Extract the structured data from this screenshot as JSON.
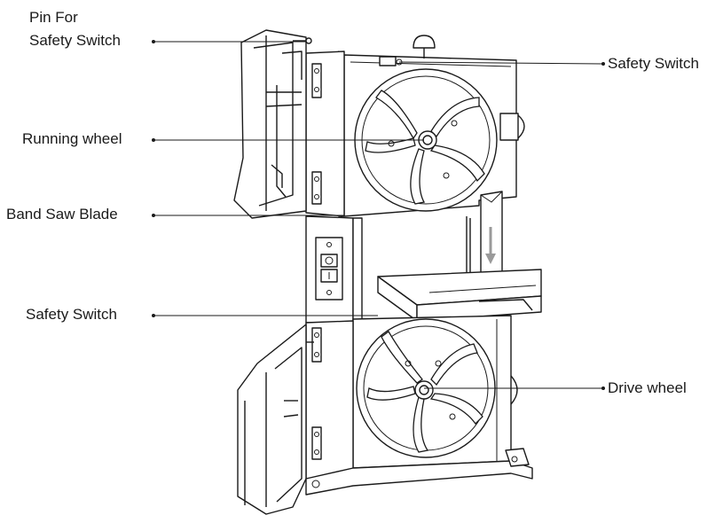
{
  "labels": {
    "pin_safety_switch_line1": "Pin For",
    "pin_safety_switch_line2": "Safety Switch",
    "safety_switch_top": "Safety Switch",
    "running_wheel": "Running wheel",
    "band_saw_blade": "Band Saw Blade",
    "safety_switch_lower": "Safety Switch",
    "drive_wheel": "Drive wheel"
  },
  "colors": {
    "line": "#1a1a1a",
    "background": "#ffffff",
    "arrow": "#9a9a9a"
  }
}
